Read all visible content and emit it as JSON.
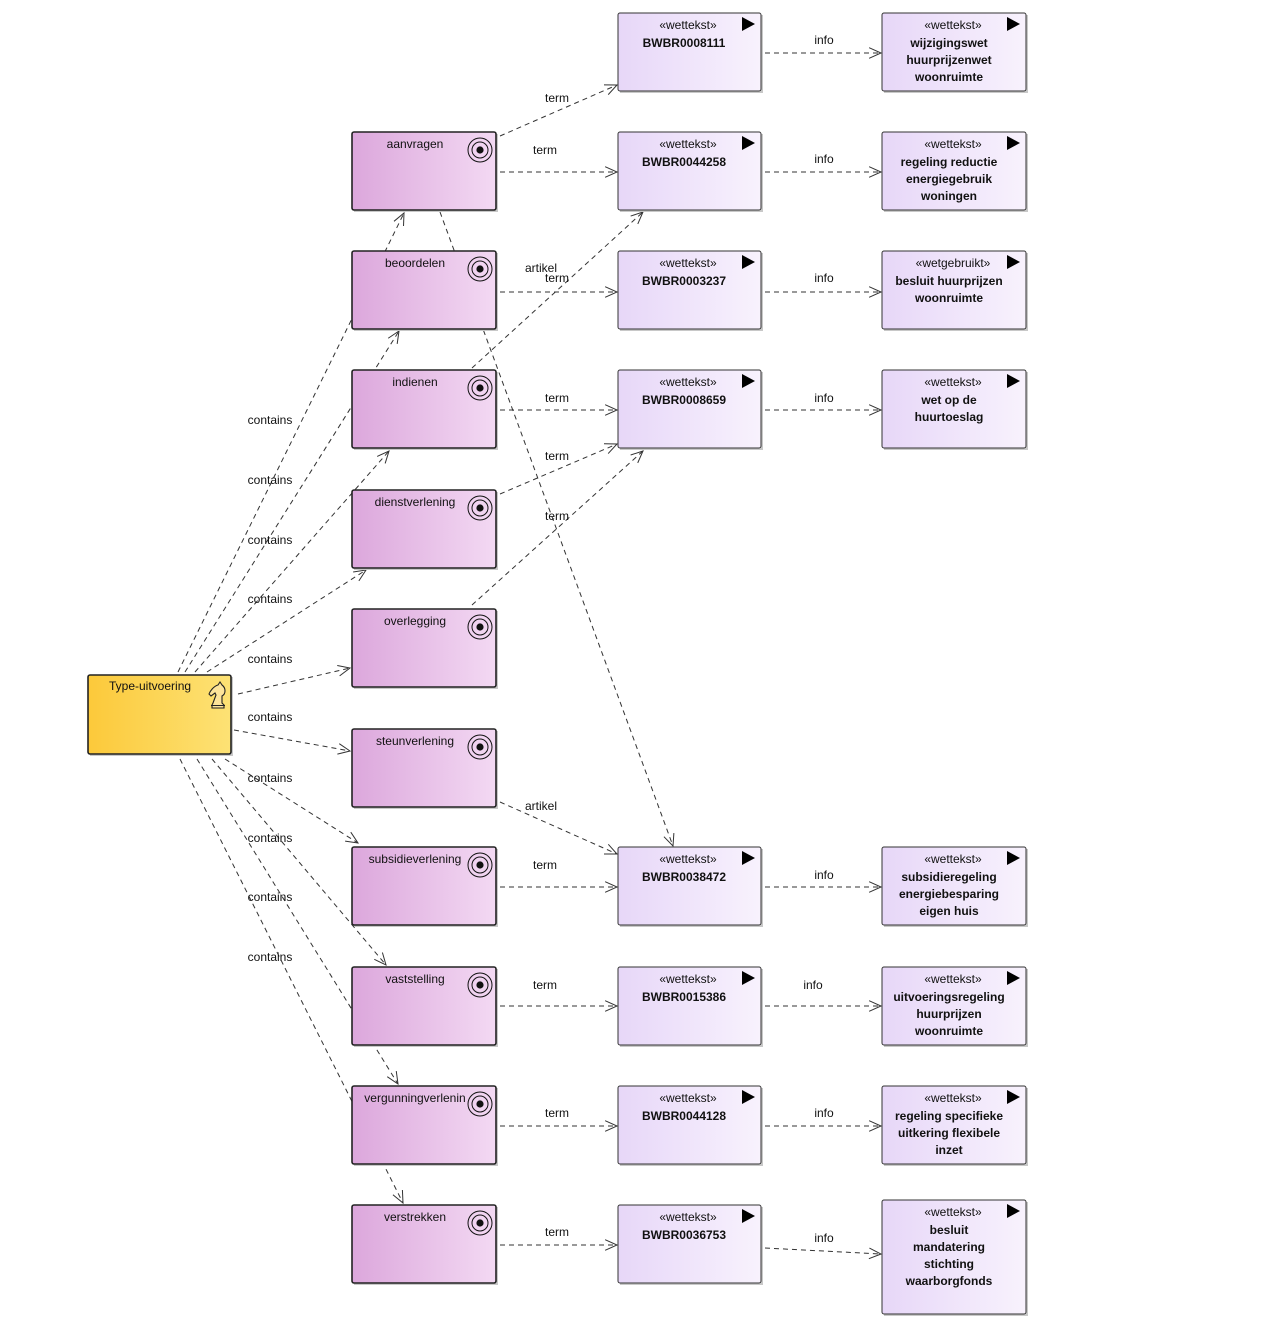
{
  "root": {
    "id": "root",
    "label": "Type-uitvoering",
    "icon": "chess-knight-icon"
  },
  "processes": [
    {
      "id": "p0",
      "label": "aanvragen"
    },
    {
      "id": "p1",
      "label": "beoordelen"
    },
    {
      "id": "p2",
      "label": "indienen"
    },
    {
      "id": "p3",
      "label": "dienstverlening"
    },
    {
      "id": "p4",
      "label": "overlegging"
    },
    {
      "id": "p5",
      "label": "steunverlening"
    },
    {
      "id": "p6",
      "label": "subsidieverlening"
    },
    {
      "id": "p7",
      "label": "vaststelling"
    },
    {
      "id": "p8",
      "label": "vergunningverlenin"
    },
    {
      "id": "p9",
      "label": "verstrekken"
    }
  ],
  "laws": [
    {
      "id": "w0",
      "stereotype": "«wettekst»",
      "code": "BWBR0008111"
    },
    {
      "id": "w1",
      "stereotype": "«wettekst»",
      "code": "BWBR0044258"
    },
    {
      "id": "w2",
      "stereotype": "«wettekst»",
      "code": "BWBR0003237"
    },
    {
      "id": "w3",
      "stereotype": "«wettekst»",
      "code": "BWBR0008659"
    },
    {
      "id": "w6",
      "stereotype": "«wettekst»",
      "code": "BWBR0038472"
    },
    {
      "id": "w7",
      "stereotype": "«wettekst»",
      "code": "BWBR0015386"
    },
    {
      "id": "w8",
      "stereotype": "«wettekst»",
      "code": "BWBR0044128"
    },
    {
      "id": "w9",
      "stereotype": "«wettekst»",
      "code": "BWBR0036753"
    }
  ],
  "infos": [
    {
      "id": "i0",
      "stereotype": "«wettekst»",
      "lines": [
        "wijzigingswet",
        "huurprijzenwet",
        "woonruimte"
      ]
    },
    {
      "id": "i1",
      "stereotype": "«wettekst»",
      "lines": [
        "regeling reductie",
        "energiegebruik",
        "woningen"
      ]
    },
    {
      "id": "i2",
      "stereotype": "«wetgebruikt»",
      "lines": [
        "besluit huurprijzen",
        "woonruimte"
      ]
    },
    {
      "id": "i3",
      "stereotype": "«wettekst»",
      "lines": [
        "wet op de",
        "huurtoeslag"
      ]
    },
    {
      "id": "i6",
      "stereotype": "«wettekst»",
      "lines": [
        "subsidieregeling",
        "energiebesparing",
        "eigen huis"
      ]
    },
    {
      "id": "i7",
      "stereotype": "«wettekst»",
      "lines": [
        "uitvoeringsregeling",
        "huurprijzen",
        "woonruimte"
      ]
    },
    {
      "id": "i8",
      "stereotype": "«wettekst»",
      "lines": [
        "regeling specifieke",
        "uitkering flexibele",
        "inzet"
      ]
    },
    {
      "id": "i9",
      "stereotype": "«wettekst»",
      "lines": [
        "besluit",
        "mandatering",
        "stichting",
        "waarborgfonds"
      ]
    }
  ],
  "edges": [
    {
      "from": "root",
      "to": "p0",
      "label": "contains"
    },
    {
      "from": "root",
      "to": "p1",
      "label": "contains"
    },
    {
      "from": "root",
      "to": "p2",
      "label": "contains"
    },
    {
      "from": "root",
      "to": "p3",
      "label": "contains"
    },
    {
      "from": "root",
      "to": "p4",
      "label": "contains"
    },
    {
      "from": "root",
      "to": "p5",
      "label": "contains"
    },
    {
      "from": "root",
      "to": "p6",
      "label": "contains"
    },
    {
      "from": "root",
      "to": "p7",
      "label": "contains"
    },
    {
      "from": "root",
      "to": "p8",
      "label": "contains"
    },
    {
      "from": "root",
      "to": "p9",
      "label": "contains"
    },
    {
      "from": "p0",
      "to": "w0",
      "label": "term"
    },
    {
      "from": "p0",
      "to": "w1",
      "label": "term"
    },
    {
      "from": "p0",
      "to": "w6",
      "label": ""
    },
    {
      "from": "p1",
      "to": "w2",
      "label": "term"
    },
    {
      "from": "p2",
      "to": "w1",
      "label": "artikel"
    },
    {
      "from": "p2",
      "to": "w3",
      "label": "term"
    },
    {
      "from": "p3",
      "to": "w3",
      "label": "term"
    },
    {
      "from": "p4",
      "to": "w3",
      "label": "term"
    },
    {
      "from": "p5",
      "to": "w6",
      "label": "artikel"
    },
    {
      "from": "p6",
      "to": "w6",
      "label": "term"
    },
    {
      "from": "p7",
      "to": "w7",
      "label": "term"
    },
    {
      "from": "p8",
      "to": "w8",
      "label": "term"
    },
    {
      "from": "p9",
      "to": "w9",
      "label": "term"
    },
    {
      "from": "w0",
      "to": "i0",
      "label": "info"
    },
    {
      "from": "w1",
      "to": "i1",
      "label": "info"
    },
    {
      "from": "w2",
      "to": "i2",
      "label": "info"
    },
    {
      "from": "w3",
      "to": "i3",
      "label": "info"
    },
    {
      "from": "w6",
      "to": "i6",
      "label": "info"
    },
    {
      "from": "w7",
      "to": "i7",
      "label": "info"
    },
    {
      "from": "w8",
      "to": "i8",
      "label": "info"
    },
    {
      "from": "w9",
      "to": "i9",
      "label": "info"
    }
  ]
}
